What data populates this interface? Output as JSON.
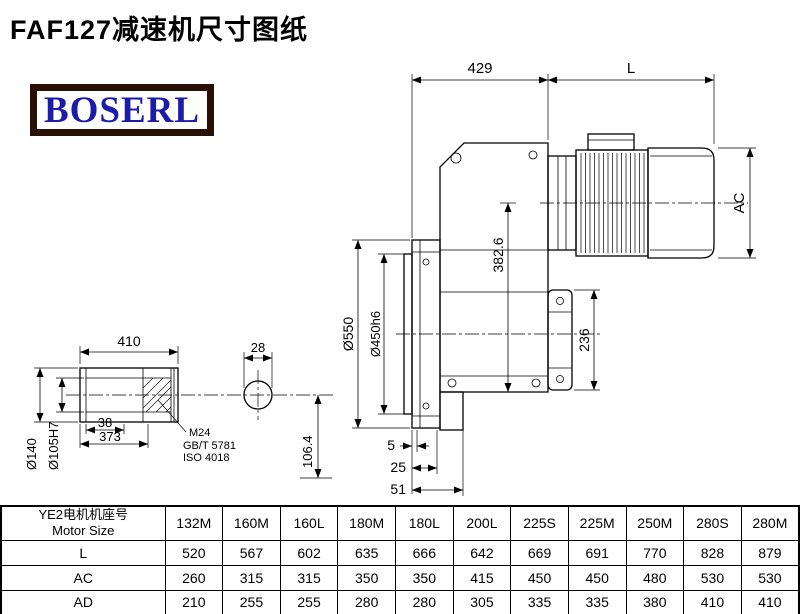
{
  "title": "FAF127减速机尺寸图纸",
  "logo_text": "BOSERL",
  "drawing": {
    "dim_429": "429",
    "dim_L": "L",
    "dim_AC": "AC",
    "dim_flange_dia": "Ø550",
    "dim_spigot_dia": "Ø450h6",
    "dim_382_6": "382.6",
    "dim_236": "236",
    "dim_5": "5",
    "dim_25": "25",
    "dim_51": "51",
    "dim_410": "410",
    "dim_38": "38",
    "dim_373": "373",
    "dim_shaft_dia": "Ø140",
    "dim_bore_dia": "Ø105H7",
    "note_thread": "M24",
    "note_std_gb": "GB/T 5781",
    "note_std_iso": "ISO 4018",
    "dim_28": "28",
    "dim_106_4": "106.4"
  },
  "table": {
    "header_cn": "YE2电机机座号",
    "header_en": "Motor Size",
    "columns": [
      "132M",
      "160M",
      "160L",
      "180M",
      "180L",
      "200L",
      "225S",
      "225M",
      "250M",
      "280S",
      "280M"
    ],
    "rows": [
      {
        "label": "L",
        "values": [
          520,
          567,
          602,
          635,
          666,
          642,
          669,
          691,
          770,
          828,
          879
        ]
      },
      {
        "label": "AC",
        "values": [
          260,
          315,
          315,
          350,
          350,
          415,
          450,
          450,
          480,
          530,
          530
        ]
      },
      {
        "label": "AD",
        "values": [
          210,
          255,
          255,
          280,
          280,
          305,
          335,
          335,
          380,
          410,
          410
        ]
      }
    ]
  }
}
